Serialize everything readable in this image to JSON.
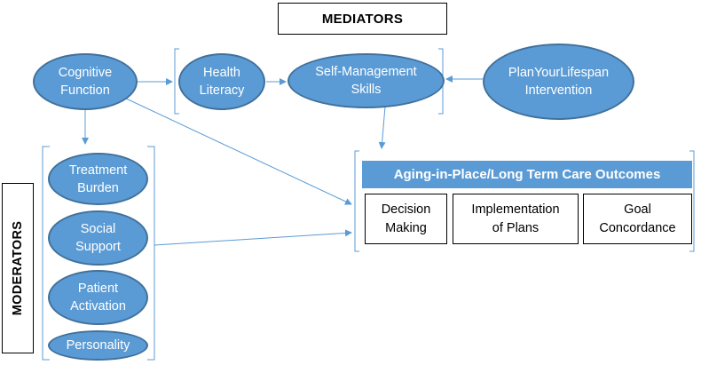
{
  "mediators_label": "MEDIATORS",
  "moderators_label": "MODERATORS",
  "nodes": {
    "cognitive_function": [
      "Cognitive",
      "Function"
    ],
    "health_literacy": [
      "Health",
      "Literacy"
    ],
    "self_management": [
      "Self-Management",
      "Skills"
    ],
    "intervention": [
      "PlanYourLifespan",
      "Intervention"
    ],
    "treatment_burden": [
      "Treatment",
      "Burden"
    ],
    "social_support": [
      "Social",
      "Support"
    ],
    "patient_activation": [
      "Patient",
      "Activation"
    ],
    "personality": [
      "Personality"
    ]
  },
  "outcomes": {
    "title": "Aging-in-Place/Long Term Care Outcomes",
    "decision_making": [
      "Decision",
      "Making"
    ],
    "implementation": [
      "Implementation",
      "of Plans"
    ],
    "goal_concordance": [
      "Goal",
      "Concordance"
    ]
  },
  "colors": {
    "node_fill": "#5b9bd5",
    "node_border": "#41719c",
    "arrow": "#5b9bd5"
  }
}
